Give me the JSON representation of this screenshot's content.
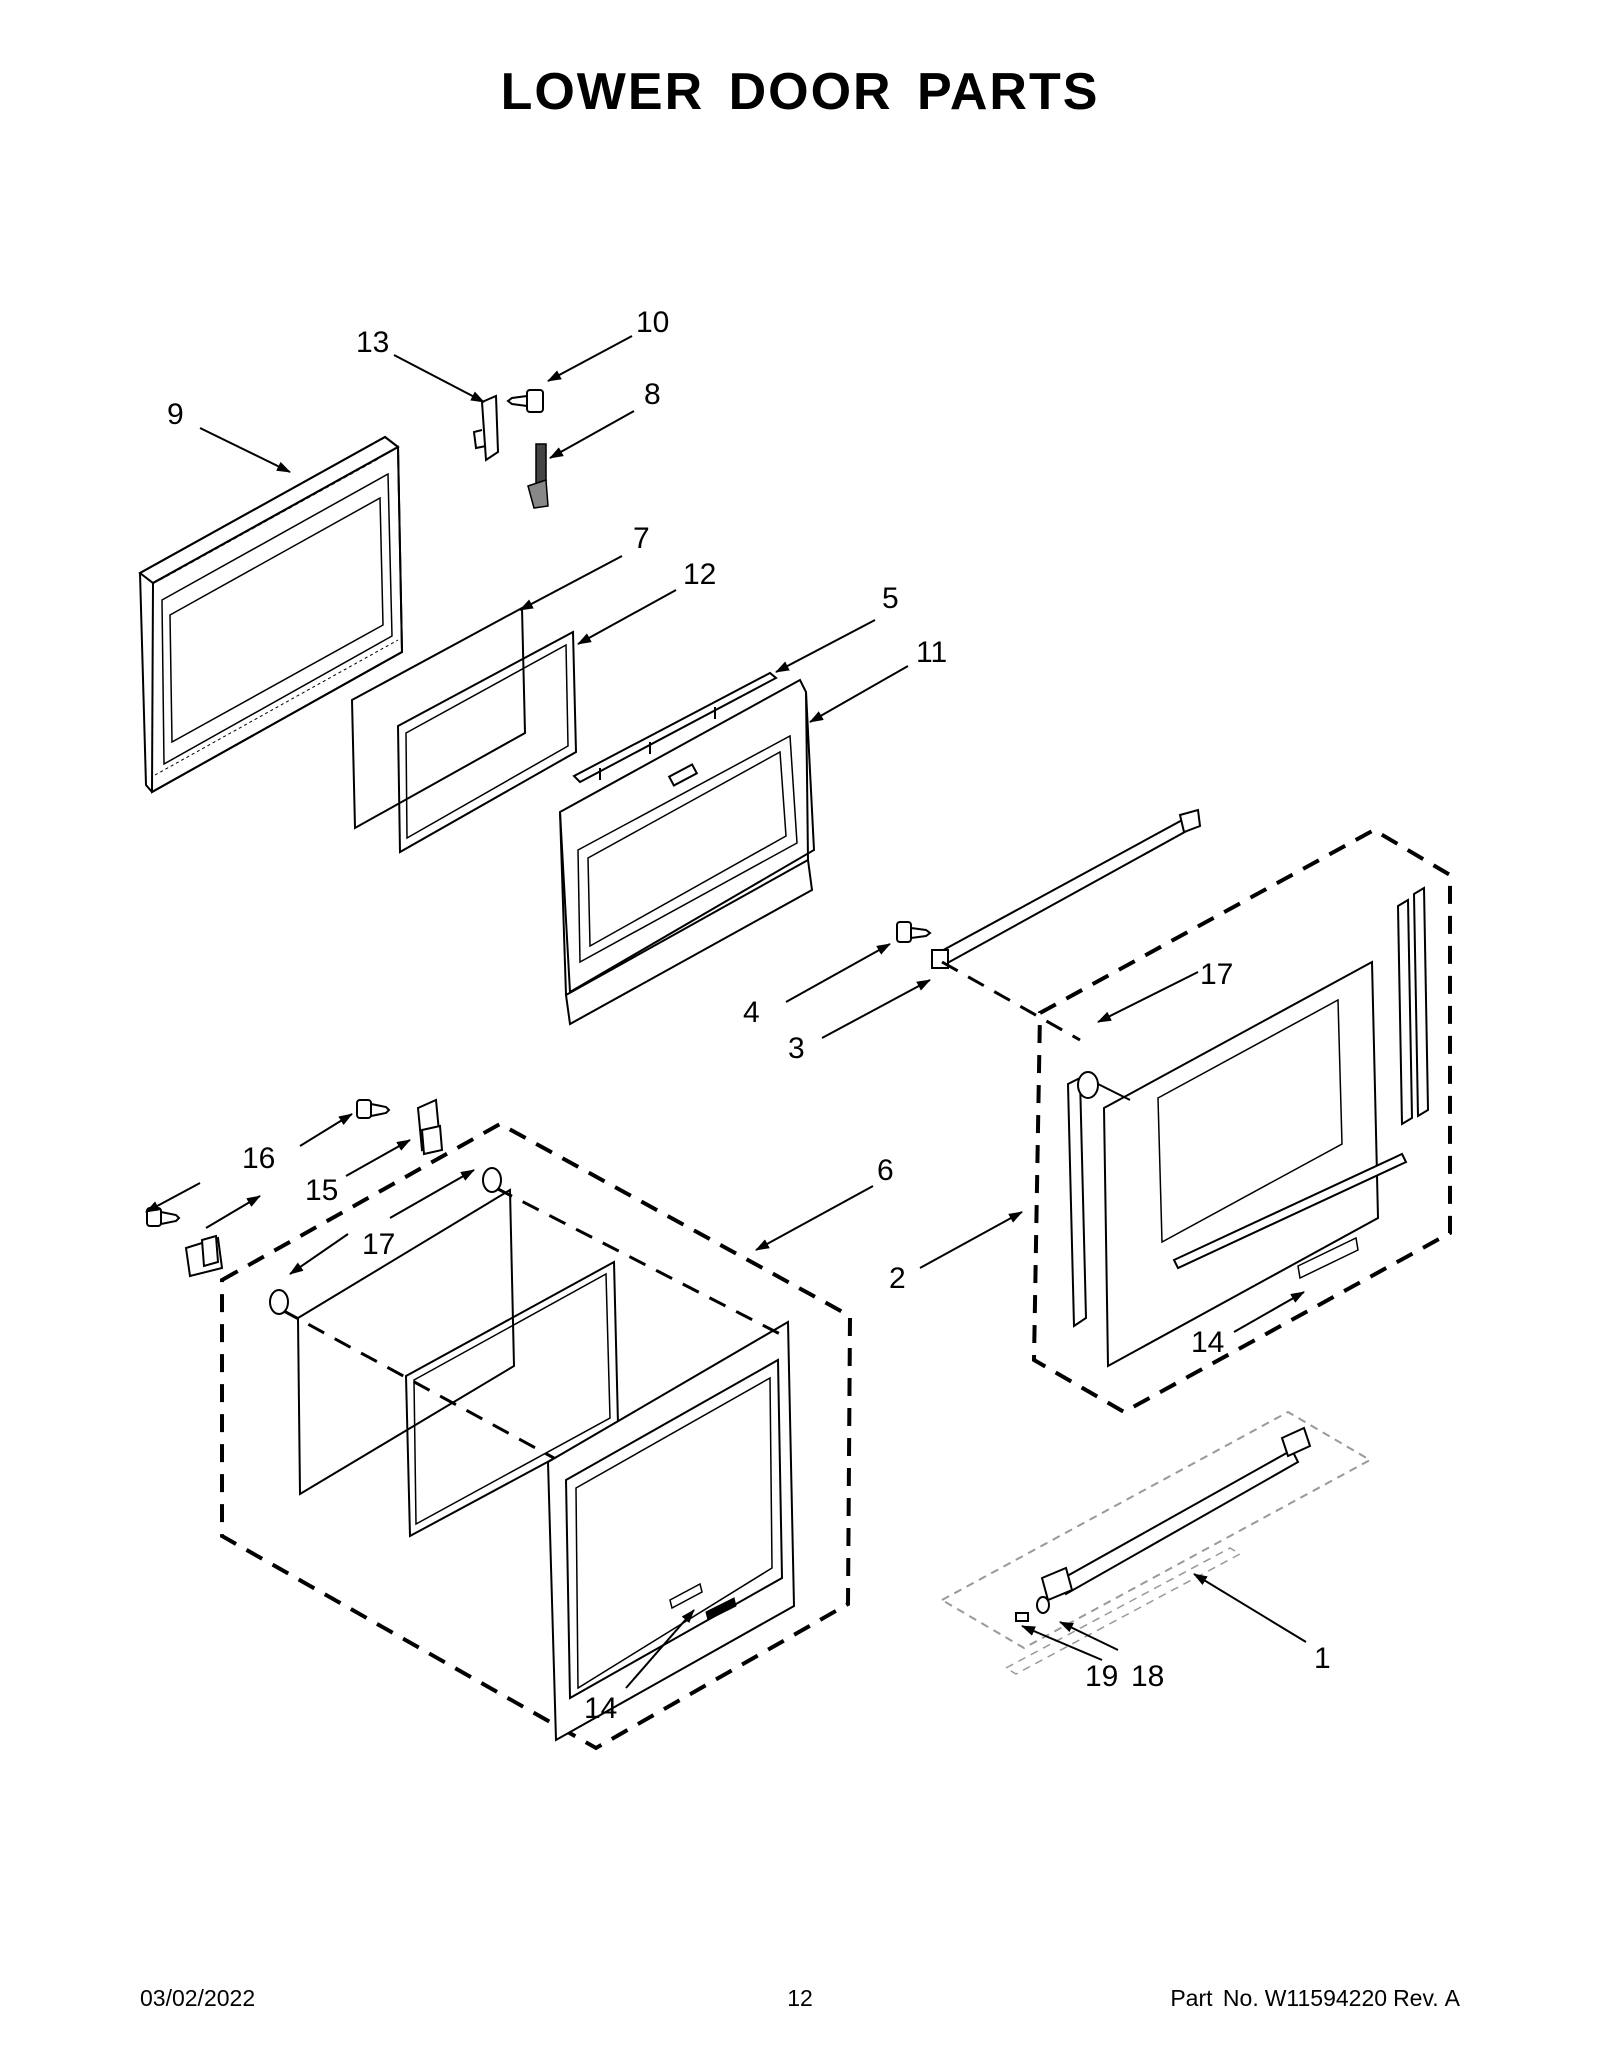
{
  "title": "LOWER DOOR PARTS",
  "callouts": {
    "c1": "1",
    "c2": "2",
    "c3": "3",
    "c4": "4",
    "c5": "5",
    "c6": "6",
    "c7": "7",
    "c8": "8",
    "c9": "9",
    "c10": "10",
    "c11": "11",
    "c12": "12",
    "c13": "13",
    "c14a": "14",
    "c14b": "14",
    "c15": "15",
    "c16": "16",
    "c17a": "17",
    "c17b": "17",
    "c18": "18",
    "c19": "19"
  },
  "footer": {
    "date": "03/02/2022",
    "page": "12",
    "part_label": "Part No.",
    "part_number": "W11594220",
    "rev_label": "Rev.",
    "rev": "A"
  }
}
